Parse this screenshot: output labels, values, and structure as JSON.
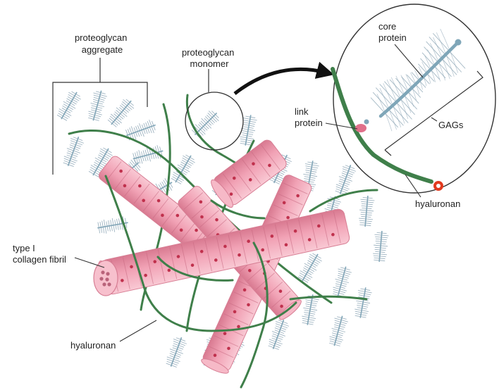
{
  "labels": {
    "proteoglycan_aggregate": [
      "proteoglycan",
      "aggregate"
    ],
    "proteoglycan_monomer": [
      "proteoglycan",
      "monomer"
    ],
    "core_protein": [
      "core",
      "protein"
    ],
    "link_protein": [
      "link",
      "protein"
    ],
    "gags": "GAGs",
    "hyaluronan_inset": "hyaluronan",
    "type_i_collagen": [
      "type I",
      "collagen fibril"
    ],
    "hyaluronan_main": "hyaluronan"
  },
  "colors": {
    "hyaluronan": "#3f7f4a",
    "collagen": "#f3a9b9",
    "collagen_dark": "#d77e94",
    "collagen_band": "#c86a82",
    "collagen_dot": "#c0314d",
    "gag": "#8fa7b7",
    "core_protein": "#7fa6b8",
    "link_protein": "#e0708a",
    "arrow": "#111111",
    "line": "#333333",
    "highlight": "#e23a1e"
  },
  "icons": [
    "curved-arrow-icon",
    "zoom-circle-icon",
    "red-target-marker-icon"
  ]
}
